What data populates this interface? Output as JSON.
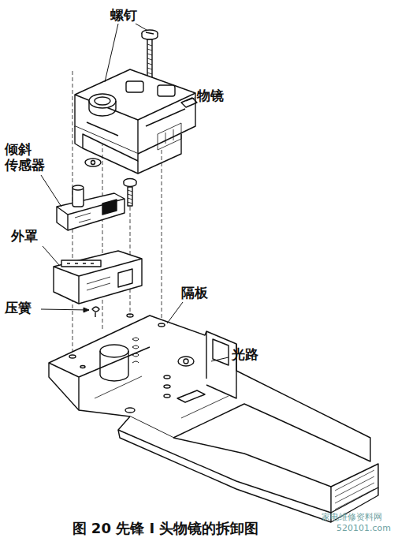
{
  "diagram": {
    "caption": "图 20   先锋 I 头物镜的拆卸图",
    "labels": [
      "螺钉",
      "物镜",
      "倾斜 传感器",
      "外罩",
      "压簧",
      "隔板",
      "光路",
      "家电维修资料网",
      "520101.com"
    ]
  }
}
